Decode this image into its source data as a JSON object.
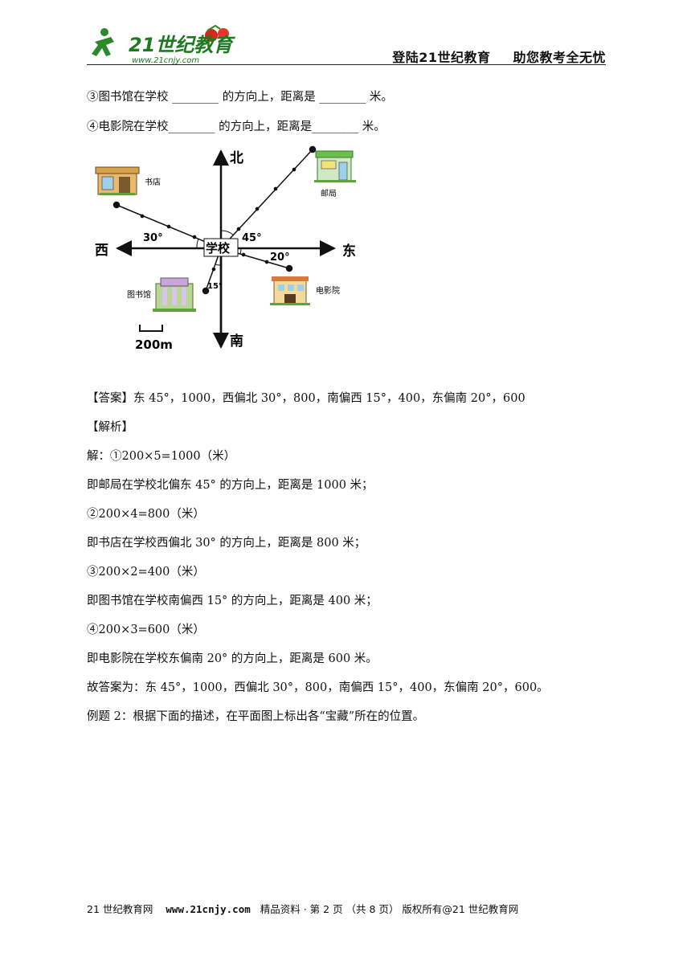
{
  "header": {
    "logo_text": "21世纪教育",
    "logo_url": "www.21cnjy.com",
    "right_1": "登陆21世纪教育",
    "right_2": "助您教考全无忧"
  },
  "questions": {
    "q3": "③图书馆在学校 ________ 的方向上，距离是 ________ 米。",
    "q4": "④电影院在学校________ 的方向上，距离是________ 米。"
  },
  "figure": {
    "north": "北",
    "south": "南",
    "east": "东",
    "west": "西",
    "center": "学校",
    "angle_bookstore": "30°",
    "angle_post": "45°",
    "angle_cinema": "20°",
    "angle_library": "15°",
    "label_bookstore": "书店",
    "label_post": "邮局",
    "label_library": "图书馆",
    "label_cinema": "电影院",
    "scale": "200m"
  },
  "answer": {
    "line1": "【答案】东 45°，1000，西偏北 30°，800，南偏西 15°，400，东偏南 20°，600",
    "line2": "【解析】",
    "line3": "解：①200×5=1000（米）",
    "line4": "即邮局在学校北偏东 45° 的方向上，距离是 1000 米；",
    "line5": "②200×4=800（米）",
    "line6": "即书店在学校西偏北 30° 的方向上，距离是 800 米；",
    "line7": "③200×2=400（米）",
    "line8": "即图书馆在学校南偏西 15° 的方向上，距离是 400 米；",
    "line9": "④200×3=600（米）",
    "line10": "即电影院在学校东偏南 20° 的方向上，距离是 600 米。",
    "line11": "故答案为：东 45°，1000，西偏北 30°，800，南偏西 15°，400，东偏南 20°，600。",
    "line12": "例题 2：根据下面的描述，在平面图上标出各“宝藏”所在的位置。"
  },
  "footer": {
    "left": "21 世纪教育网",
    "url": "www.21cnjy.com",
    "page": "精品资料 · 第 2 页 （共 8 页） 版权所有@21 世纪教育网"
  }
}
